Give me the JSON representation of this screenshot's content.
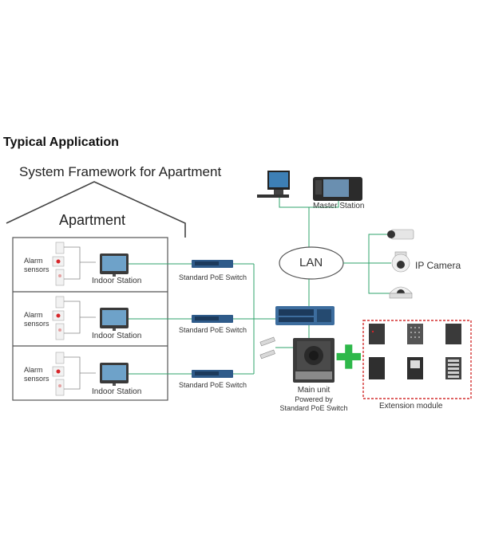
{
  "heading": "Typical Application",
  "framework_title": "System Framework for Apartment",
  "apartment_label": "Apartment",
  "floors": [
    {
      "alarm_label": "Alarm\nsensors",
      "indoor_label": "Indoor Station",
      "switch_label": "Standard PoE Switch"
    },
    {
      "alarm_label": "Alarm\nsensors",
      "indoor_label": "Indoor Station",
      "switch_label": "Standard PoE Switch"
    },
    {
      "alarm_label": "Alarm\nsensors",
      "indoor_label": "Indoor Station",
      "switch_label": "Standard PoE Switch"
    }
  ],
  "master_station_label": "Master Station",
  "lan_label": "LAN",
  "ip_camera_label": "IP Camera",
  "main_unit_label": "Main unit",
  "main_unit_sub1": "Powered by",
  "main_unit_sub2": "Standard PoE Switch",
  "extension_label": "Extension module",
  "plus_symbol": "✚",
  "colors": {
    "connector": "#2fa36b",
    "house": "#444444",
    "extension_border": "#d32f2f",
    "plus": "#2eb84a",
    "switch_body": "#2f5b8a"
  }
}
